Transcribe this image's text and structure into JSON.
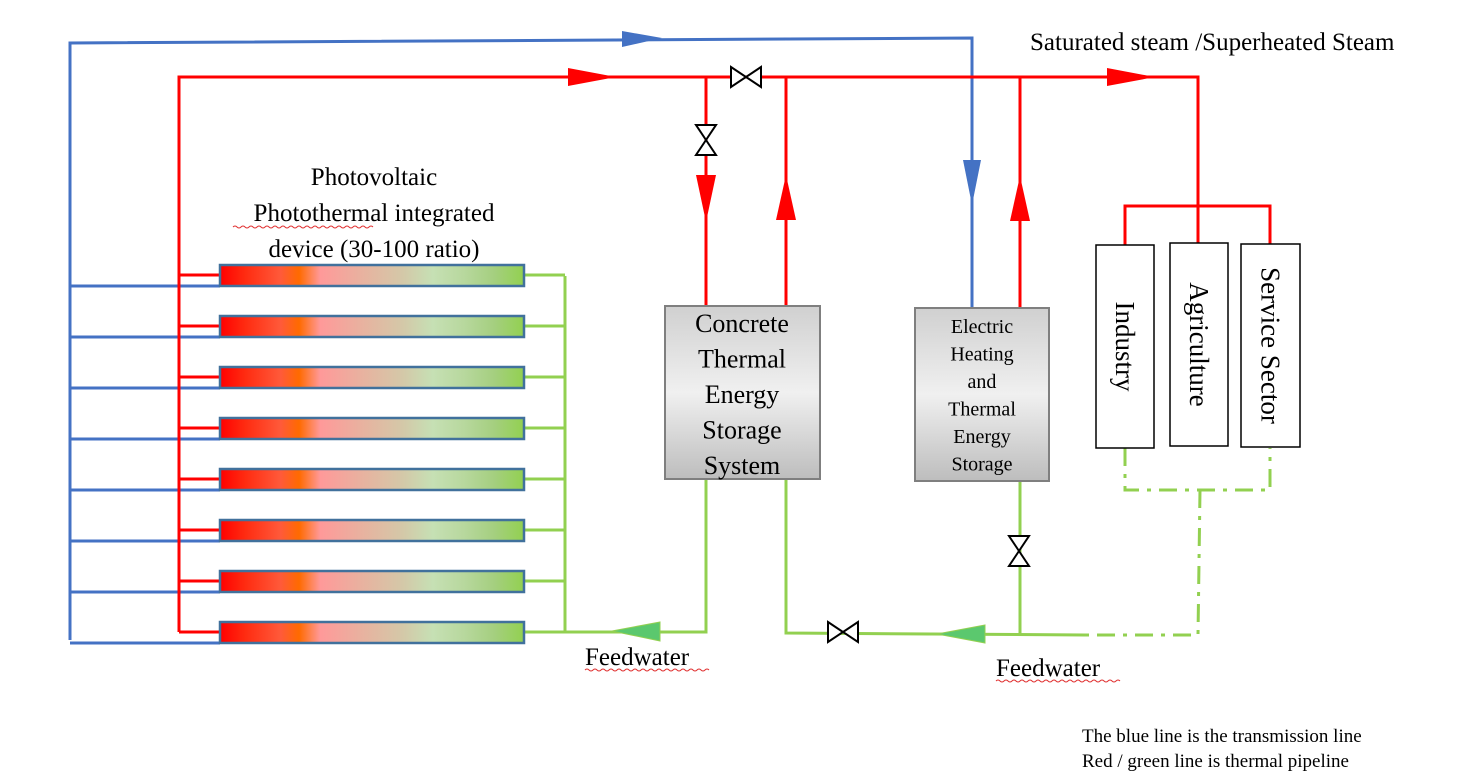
{
  "colors": {
    "transmission_line": "#4472C4",
    "hot_pipe": "#FF0000",
    "cold_pipe": "#92D050",
    "feedwater_arrow": "#5BC86E",
    "collector_border": "#41719C",
    "valve": "#000000",
    "box_border": "#7F7F7F"
  },
  "labels": {
    "steam_output": "Saturated steam /Superheated Steam",
    "pv_device": [
      "Photovoltaic",
      "Photothermal integrated",
      "device (30-100 ratio)"
    ],
    "concrete_storage": [
      "Concrete",
      "Thermal",
      "Energy",
      "Storage",
      "System"
    ],
    "electric_storage": [
      "Electric",
      "Heating",
      "and",
      "Thermal",
      "Energy",
      "Storage"
    ],
    "feedwater_left": "Feedwater",
    "feedwater_right": "Feedwater"
  },
  "consumers": [
    {
      "label": "Industry"
    },
    {
      "label": "Agriculture"
    },
    {
      "label": "Service Sector"
    }
  ],
  "collectors": {
    "count": 8,
    "gradient_stops": [
      "#FF0000",
      "#FF2A10",
      "#FF5A3A",
      "#FF6A00",
      "#FF9999",
      "#E6B4A0",
      "#D4C8A8",
      "#C6E0B4",
      "#B8D89E",
      "#A5CF80",
      "#92D050"
    ]
  },
  "valves": [
    {
      "id": "main-steam-valve",
      "orientation": "horizontal"
    },
    {
      "id": "concrete-inlet-valve",
      "orientation": "vertical"
    },
    {
      "id": "electric-feed-valve",
      "orientation": "vertical"
    },
    {
      "id": "feedwater-return-valve",
      "orientation": "horizontal"
    }
  ],
  "legend": {
    "line1": "The blue line is the transmission line",
    "line2": "Red / green line is thermal pipeline"
  }
}
